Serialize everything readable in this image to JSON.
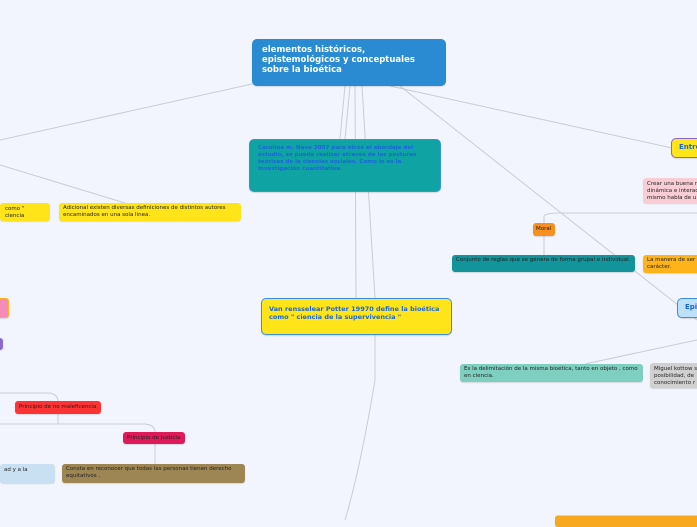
{
  "root": {
    "title": "elementos históricos, epistemológicos y conceptuales sobre la bioética",
    "color": "#2a8bd2"
  },
  "nodes": {
    "carolina": "Carolina m. Nave 2007 para otros el abordaje del estudio, se puede realizar atraves  de las posturas teóricas de la ciencias sociales. Como lo es la investigación  cuantitativa.",
    "como_ciencia": "como \" ciencia",
    "adicional": "Adicional existen diversas definiciones de distintos  autores encaminados en una sola linea.",
    "entre": "Entre",
    "crear": "Crear una buena r dinámica e interac mismo habla de u",
    "moral": "Moral",
    "conjunto": "Conjunto de reglas que se genera de forma grupal e individual.",
    "manera": "La manera de ser carácter.",
    "van": "Van rensselear Potter 19970 define la bioética  como \" ciencia de la supervivencia \"",
    "epi": "Epi",
    "delimitacion": "Es la delimitación  de la misma bioética, tanto en objeto , como en ciencia.",
    "miguel": "Miguel kottow s posibilidad, de conocimiento  r",
    "no_maleficencia": "Principio  de no maleficencia",
    "justicia": "Principio  de justicia",
    "ad": "ad  y a la",
    "consta": "Consta en reconocer que todas las personas tienen derecho equitativos ."
  }
}
